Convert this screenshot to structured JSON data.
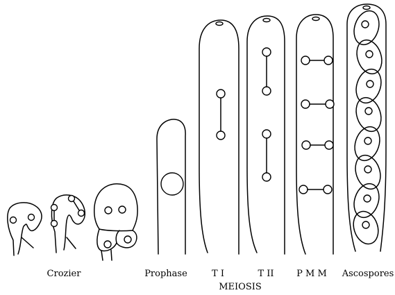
{
  "labels": {
    "crozier": "Crozier",
    "prophase": "Prophase",
    "t1": "T I",
    "t2": "T II",
    "pmm": "P M M",
    "ascospores": "Ascospores",
    "meiosis": "MEIOSIS"
  },
  "colors": {
    "ink": "#000000",
    "background": "#ffffff"
  }
}
